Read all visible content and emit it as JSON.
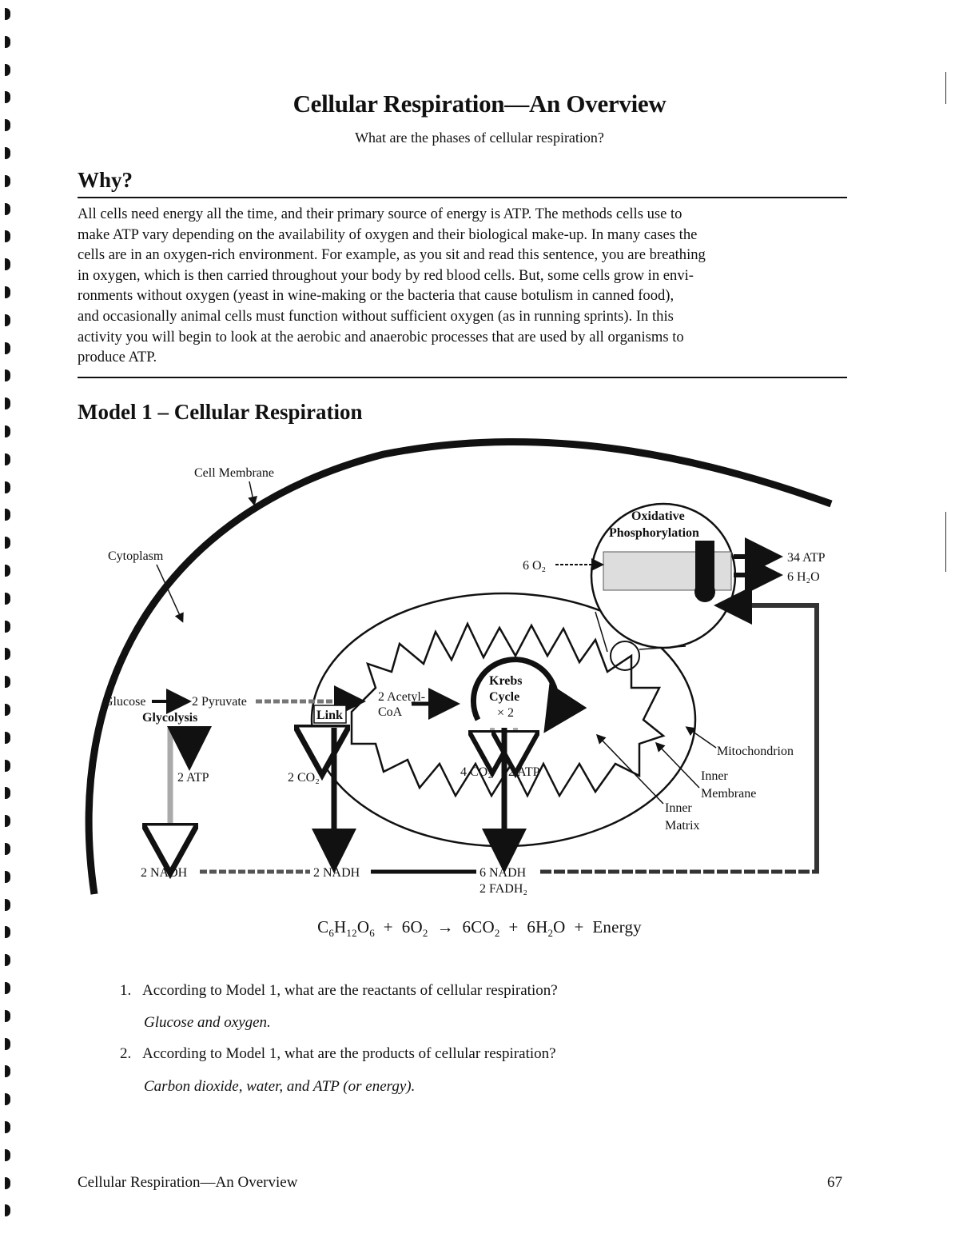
{
  "header": {
    "title": "Cellular Respiration—An Overview",
    "subtitle": "What are the phases of cellular respiration?"
  },
  "why": {
    "heading": "Why?",
    "lines": [
      "All cells need energy all the time, and their primary source of energy is ATP. The methods cells use to",
      "make ATP vary depending on the availability of oxygen and their biological make-up. In many cases the",
      "cells are in an oxygen-rich environment. For example, as you sit and read this sentence, you are breathing",
      "in oxygen, which is then carried throughout your body by red blood cells. But, some cells grow in envi-",
      "ronments without oxygen (yeast in wine-making or the bacteria that cause botulism in canned food),",
      "and occasionally animal cells must function without sufficient oxygen (as in running sprints). In this",
      "activity you will begin to look at the aerobic and anaerobic processes that are used by all organisms to",
      "produce ATP."
    ]
  },
  "model": {
    "heading": "Model 1 – Cellular Respiration",
    "labels": {
      "cell_membrane": "Cell Membrane",
      "cytoplasm": "Cytoplasm",
      "oxidative_1": "Oxidative",
      "oxidative_2": "Phosphorylation",
      "o2_in": "6 O₂",
      "atp_out": "34 ATP",
      "h2o_out": "6 H₂O",
      "glucose": "Glucose",
      "pyruvate": "2 Pyruvate",
      "glycolysis": "Glycolysis",
      "link": "Link",
      "acetyl_1": "2 Acetyl-",
      "acetyl_2": "CoA",
      "krebs_1": "Krebs",
      "krebs_2": "Cycle",
      "krebs_3": "× 2",
      "mitochondrion": "Mitochondrion",
      "inner_membrane_1": "Inner",
      "inner_membrane_2": "Membrane",
      "inner_matrix_1": "Inner",
      "inner_matrix_2": "Matrix",
      "glyco_atp": "2 ATP",
      "link_co2": "2 CO₂",
      "krebs_co2": "4 CO₂",
      "krebs_atp": "2 ATP",
      "nadh_glyco": "2 NADH",
      "nadh_link": "2 NADH",
      "nadh_krebs": "6 NADH",
      "fadh2": "2 FADH₂"
    }
  },
  "equation": {
    "c": "C",
    "c_sub": "6",
    "h": "H",
    "h_sub": "12",
    "o": "O",
    "o_sub": "6",
    "plus1": "+",
    "o2": "6O",
    "o2_sub": "2",
    "arrow": "→",
    "co2": "6CO",
    "co2_sub": "2",
    "plus2": "+",
    "h2o_a": "6H",
    "h2o_sub": "2",
    "h2o_b": "O",
    "plus3": "+",
    "energy": "Energy"
  },
  "questions": [
    {
      "num": "1.",
      "text": "According to Model 1, what are the reactants of cellular respiration?",
      "answer": "Glucose and oxygen."
    },
    {
      "num": "2.",
      "text": "According to Model 1, what are the products of cellular respiration?",
      "answer": "Carbon dioxide, water, and ATP (or energy)."
    }
  ],
  "footer": {
    "left": "Cellular Respiration—An Overview",
    "page": "67"
  }
}
